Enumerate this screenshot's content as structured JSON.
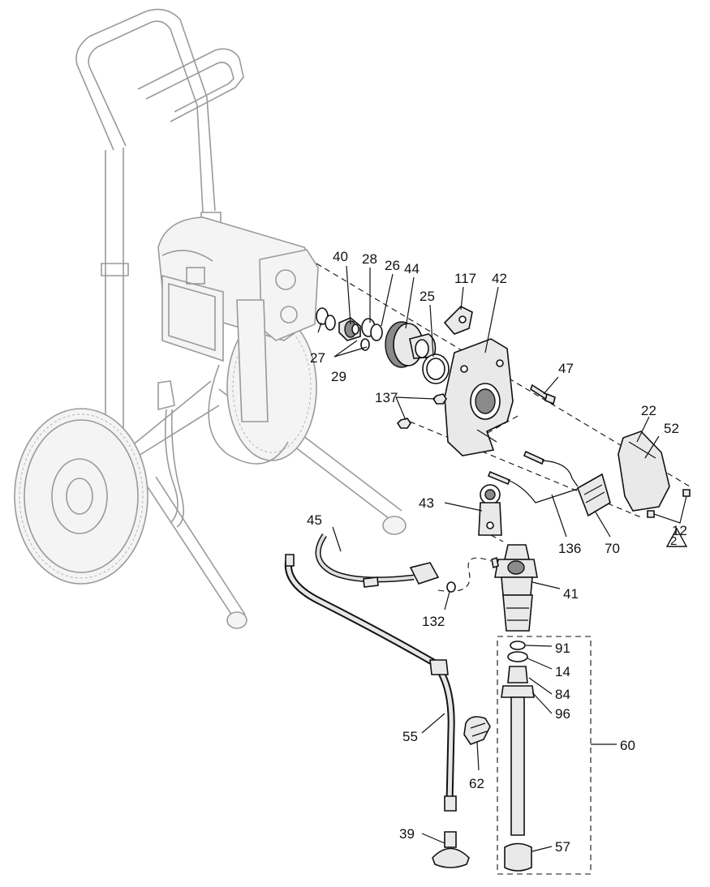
{
  "labels": {
    "p40": "40",
    "p28": "28",
    "p26": "26",
    "p44": "44",
    "p117": "117",
    "p42": "42",
    "p25": "25",
    "p27": "27",
    "p29": "29",
    "p47": "47",
    "p137": "137",
    "p22": "22",
    "p52": "52",
    "p43": "43",
    "p45": "45",
    "p12": "12",
    "p136": "136",
    "p70": "70",
    "p41": "41",
    "p132": "132",
    "p91": "91",
    "p14": "14",
    "p84": "84",
    "p96": "96",
    "p55": "55",
    "p60": "60",
    "p62": "62",
    "p39": "39",
    "p57": "57"
  },
  "warning_mark": "2"
}
